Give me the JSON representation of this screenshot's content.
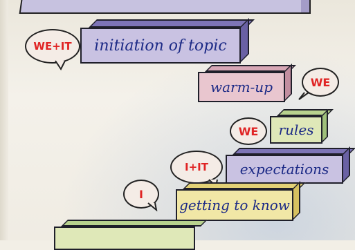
{
  "bubbles": {
    "b1": "WE+IT",
    "b2": "WE",
    "b3": "WE",
    "b4": "I+IT",
    "b5": "I"
  },
  "steps": {
    "s1": "initiation of topic",
    "s2": "warm-up",
    "s3": "rules",
    "s4": "expectations",
    "s5": "getting to know"
  },
  "colors": {
    "purple": "#c9c2e2",
    "pink": "#e9c6cf",
    "green": "#dfe8b8",
    "yellow": "#f1e7a6",
    "marker_red": "#e02424",
    "marker_blue": "#1c2a86"
  }
}
